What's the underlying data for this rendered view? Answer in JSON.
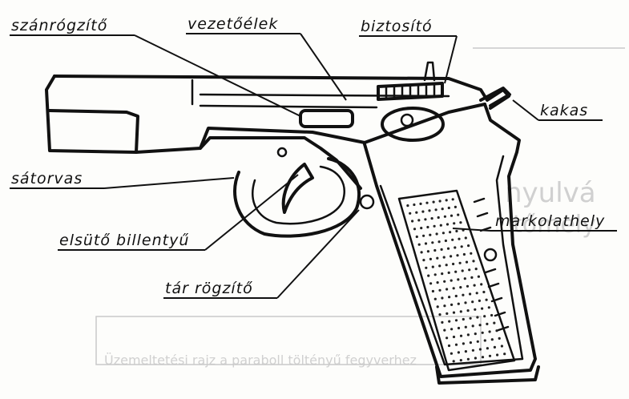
{
  "labels": {
    "szanrogzito": "szánrógzítő",
    "vezetoelek": "vezetőélek",
    "biztosito": "biztosító",
    "kakas": "kakas",
    "satorvas": "sátorvas",
    "elsuto": "elsütő billentyű",
    "markolat": "markolathely",
    "tarrogzito": "tár rögzítő"
  },
  "ghost_text": {
    "line1": "nyulvá",
    "line2": "tőmely",
    "line3": "Üzemeltetési rajz a paraboll töltényű fegyverhez"
  },
  "colors": {
    "ink": "#111111",
    "paper": "#fdfdfb",
    "ghost": "#cccccc"
  }
}
